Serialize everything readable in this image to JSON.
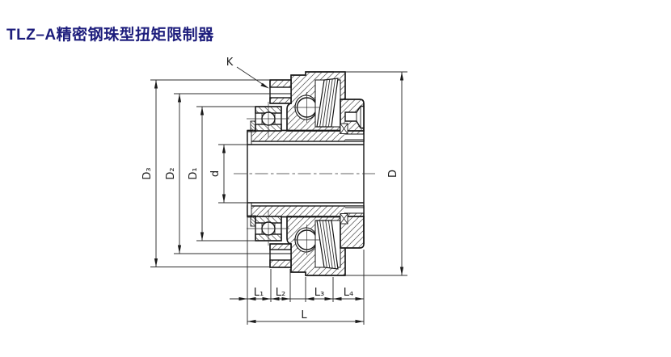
{
  "title": "TLZ–A精密钢珠型扭矩限制器",
  "callout_k": "K",
  "dim_labels": {
    "D3": "D₃",
    "D2": "D₂",
    "D1": "D₁",
    "d": "d",
    "D": "D",
    "L1": "L₁",
    "L2": "L₂",
    "L3": "L₃",
    "L4": "L₄",
    "L": "L"
  },
  "colors": {
    "title": "#1d1d7c",
    "line": "#161616",
    "dim": "#2e2e2e"
  }
}
